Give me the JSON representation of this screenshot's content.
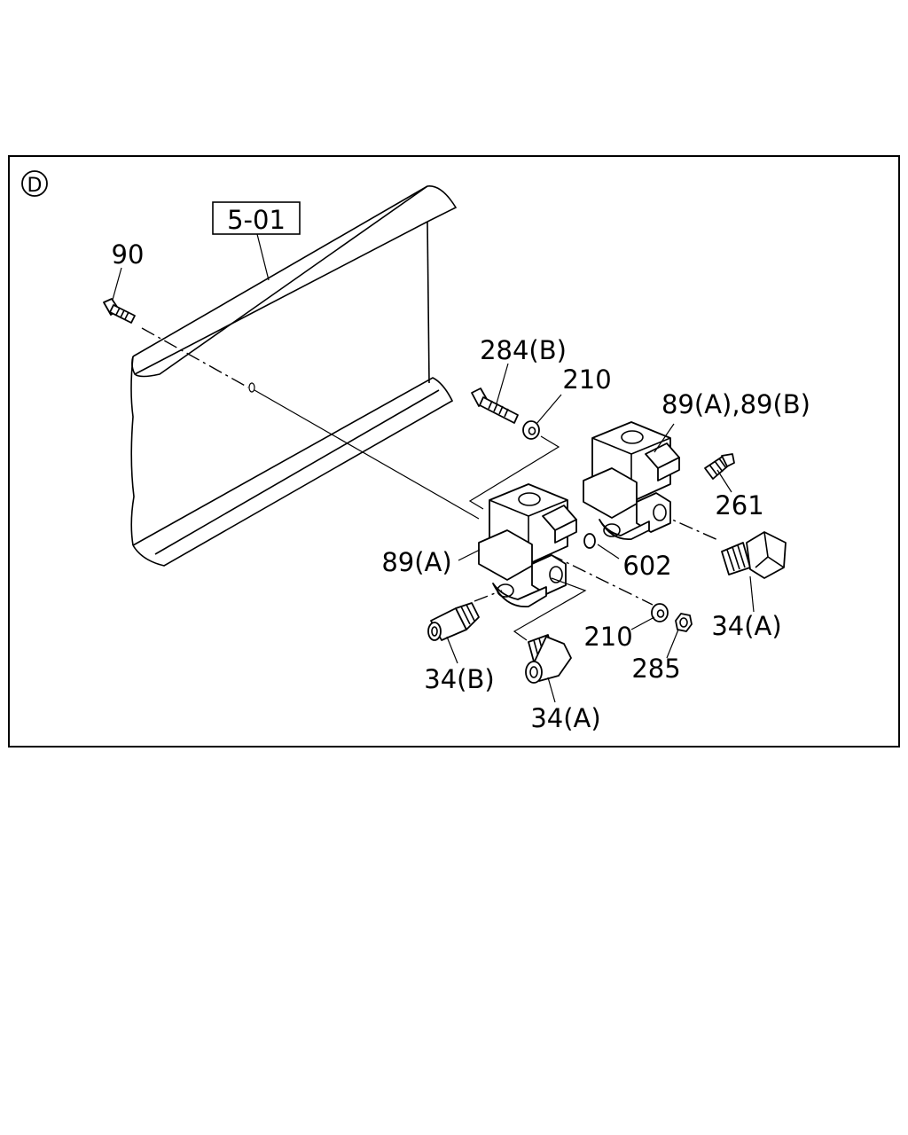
{
  "view_marker": "D",
  "reference_box": "5-01",
  "callouts": {
    "c90": "90",
    "c284b": "284(B)",
    "c210_top": "210",
    "c89ab": "89(A),89(B)",
    "c261": "261",
    "c602": "602",
    "c89a": "89(A)",
    "c34a_right": "34(A)",
    "c210_bottom": "210",
    "c285": "285",
    "c34b": "34(B)",
    "c34a_bottom": "34(A)"
  }
}
